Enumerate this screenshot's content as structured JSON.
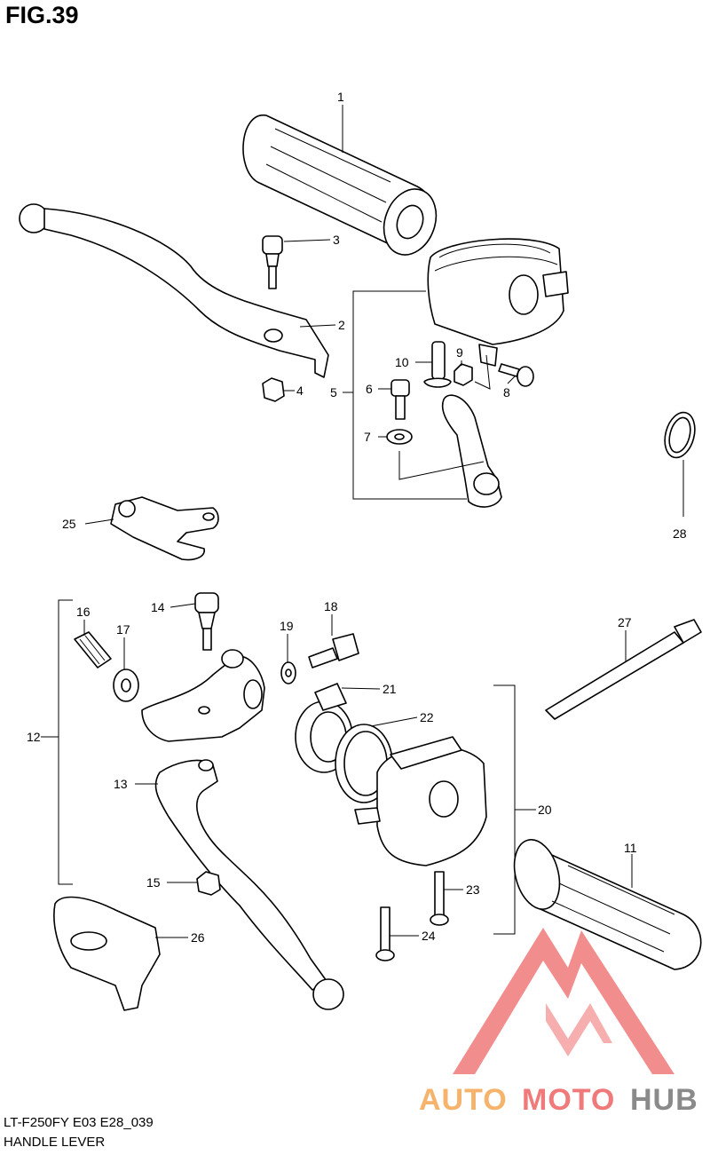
{
  "title": "FIG.39",
  "caption": {
    "line1": "LT-F250FY E03 E28_039",
    "line2": "HANDLE LEVER"
  },
  "callouts": [
    "1",
    "2",
    "3",
    "4",
    "5",
    "6",
    "7",
    "8",
    "9",
    "10",
    "11",
    "12",
    "13",
    "14",
    "15",
    "16",
    "17",
    "18",
    "19",
    "20",
    "21",
    "22",
    "23",
    "24",
    "25",
    "26",
    "27",
    "28"
  ],
  "watermark": {
    "part1": "AUTO",
    "part2": "MOTO",
    "part3": "HUB",
    "color1": "#f5b36b",
    "color2": "#f07a7a",
    "color3": "#8a8a8a"
  }
}
